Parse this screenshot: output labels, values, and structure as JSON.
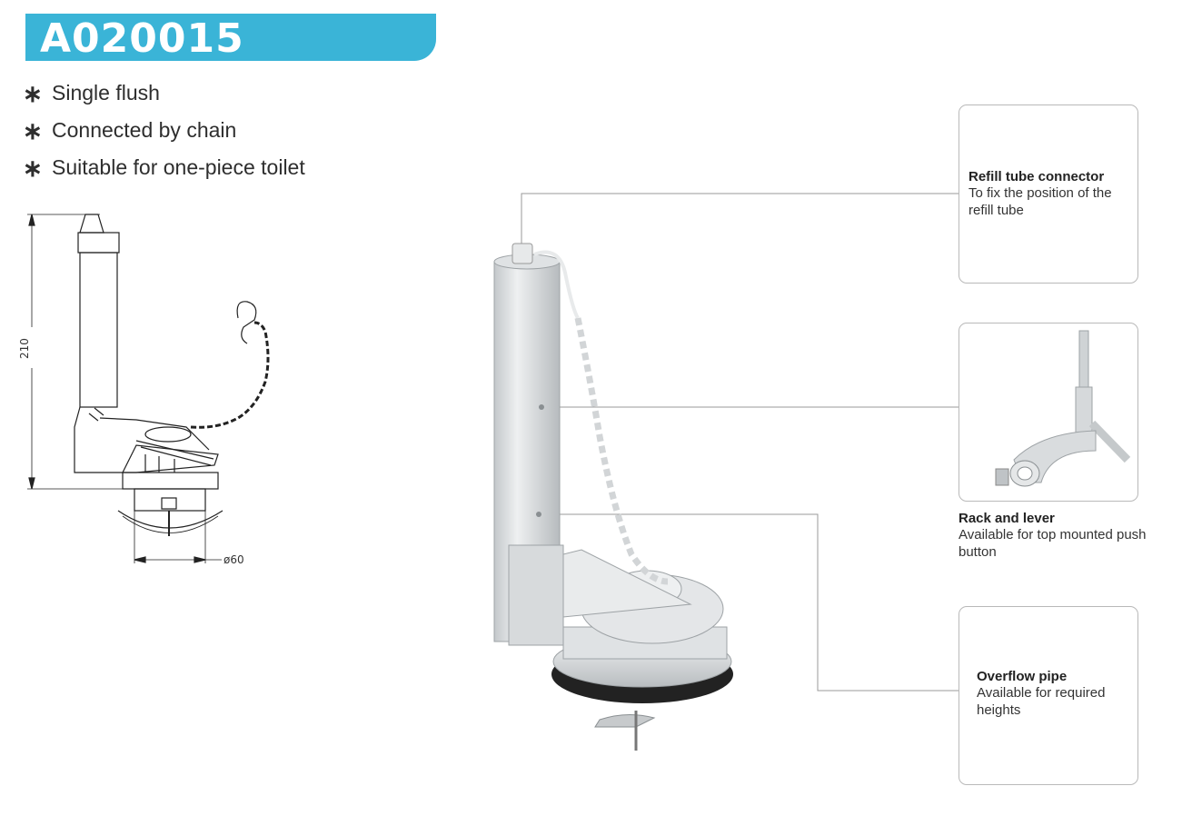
{
  "title": "A020015",
  "features": [
    "Single flush",
    "Connected by chain",
    "Suitable for one-piece toilet"
  ],
  "feature_bullet": "∗",
  "drawing": {
    "height_label": "210",
    "diameter_label": "ø60"
  },
  "callouts": [
    {
      "title": "Refill tube connector",
      "description": "To fix the position of the refill tube"
    },
    {
      "title": "Rack and lever",
      "description": "Available for top mounted push button"
    },
    {
      "title": "Overflow pipe",
      "description": "Available for required heights"
    }
  ],
  "colors": {
    "accent": "#3ab4d7",
    "product_body": "#d6dadd",
    "gasket": "#1e1e1e"
  }
}
